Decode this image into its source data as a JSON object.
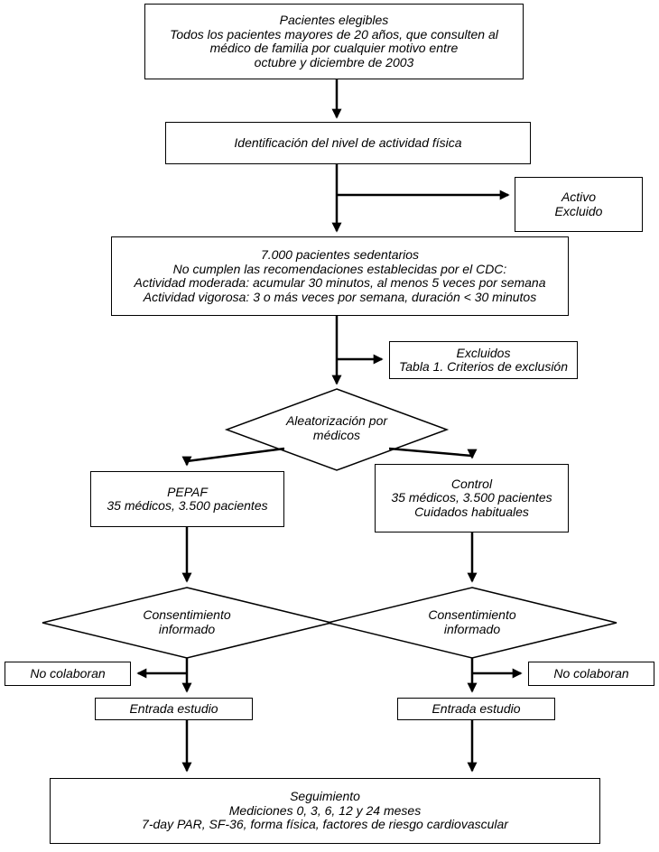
{
  "nodes": {
    "eligible": {
      "lines": [
        "Pacientes elegibles",
        "Todos los pacientes mayores de 20 años, que consulten al",
        "médico de familia por cualquier motivo entre",
        "octubre y diciembre de 2003"
      ]
    },
    "identificacion": {
      "label": "Identificación del nivel de actividad física"
    },
    "activo": {
      "lines": [
        "Activo",
        "Excluido"
      ]
    },
    "sedentarios": {
      "lines": [
        "7.000 pacientes sedentarios",
        "No cumplen las recomendaciones establecidas por el CDC:",
        "Actividad moderada: acumular 30 minutos, al menos 5 veces por semana",
        "Actividad vigorosa: 3 o más veces por semana, duración < 30 minutos"
      ]
    },
    "excluidos": {
      "lines": [
        "Excluidos",
        "Tabla 1. Criterios de exclusión"
      ]
    },
    "aleatorizacion": {
      "lines": [
        "Aleatorización por",
        "médicos"
      ]
    },
    "pepaf": {
      "lines": [
        "PEPAF",
        "35 médicos, 3.500 pacientes"
      ]
    },
    "control": {
      "lines": [
        "Control",
        "35 médicos, 3.500 pacientes",
        "Cuidados habituales"
      ]
    },
    "consent_left": {
      "lines": [
        "Consentimiento",
        "informado"
      ]
    },
    "consent_right": {
      "lines": [
        "Consentimiento",
        "informado"
      ]
    },
    "no_colaboran_left": {
      "label": "No colaboran"
    },
    "no_colaboran_right": {
      "label": "No colaboran"
    },
    "entrada_left": {
      "label": "Entrada estudio"
    },
    "entrada_right": {
      "label": "Entrada estudio"
    },
    "seguimiento": {
      "lines": [
        "Seguimiento",
        "Mediciones 0, 3, 6, 12 y 24 meses",
        "7-day PAR, SF-36, forma física, factores de riesgo cardiovascular"
      ]
    }
  },
  "colors": {
    "line": "#000000",
    "border": "#000000",
    "background": "#ffffff",
    "text": "#000000"
  }
}
